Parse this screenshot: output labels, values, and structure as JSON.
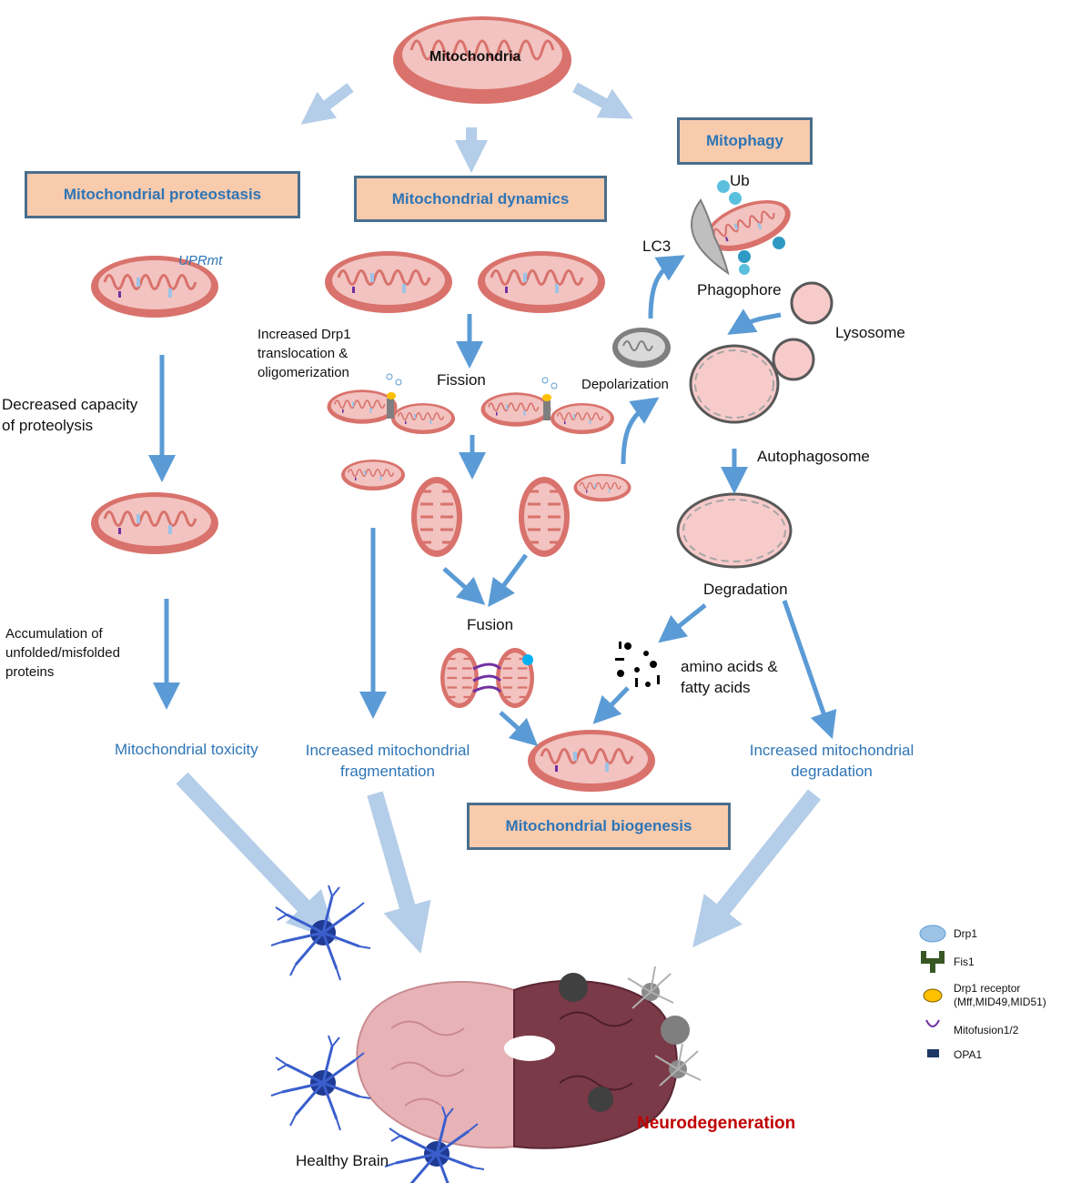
{
  "top": {
    "title": "Mitochondria"
  },
  "boxes": {
    "proteostasis": "Mitochondrial proteostasis",
    "dynamics": "Mitochondrial dynamics",
    "mitophagy": "Mitophagy",
    "biogenesis": "Mitochondrial biogenesis"
  },
  "proteostasis": {
    "uprmt": "UPRmt",
    "decreased": "Decreased capacity\nof proteolysis",
    "accumulation": "Accumulation of\nunfolded/misfolded\nproteins",
    "outcome": "Mitochondrial toxicity"
  },
  "dynamics": {
    "drp1": "Increased Drp1\ntranslocation &\noligomerization",
    "fission": "Fission",
    "fusion": "Fusion",
    "outcome": "Increased mitochondrial\nfragmentation"
  },
  "mitophagy": {
    "ub": "Ub",
    "lc3": "LC3",
    "phagophore": "Phagophore",
    "lysosome": "Lysosome",
    "depolarization": "Depolarization",
    "autophagosome": "Autophagosome",
    "degradation": "Degradation",
    "amino": "amino acids &\nfatty acids",
    "outcome": "Increased mitochondrial\ndegradation"
  },
  "brain": {
    "healthy": "Healthy Brain",
    "neuro": "Neurodegeneration"
  },
  "legend": {
    "items": [
      {
        "label": "Drp1",
        "icon": "drp1-icon"
      },
      {
        "label": "Fis1",
        "icon": "fis1-icon"
      },
      {
        "label": "Drp1 receptor\n(Mff,MID49,MID51)",
        "icon": "drp1-receptor-icon"
      },
      {
        "label": "Mitofusion1/2",
        "icon": "mitofusion-icon"
      },
      {
        "label": "OPA1",
        "icon": "opa1-icon"
      }
    ]
  },
  "colors": {
    "box_fill": "#f8cbad",
    "box_border": "#4a6e8c",
    "label_blue": "#2e75b6",
    "arrow_blue": "#5b9bd5",
    "mito_fill": "#e8908a",
    "neuro_red": "#c00000"
  }
}
